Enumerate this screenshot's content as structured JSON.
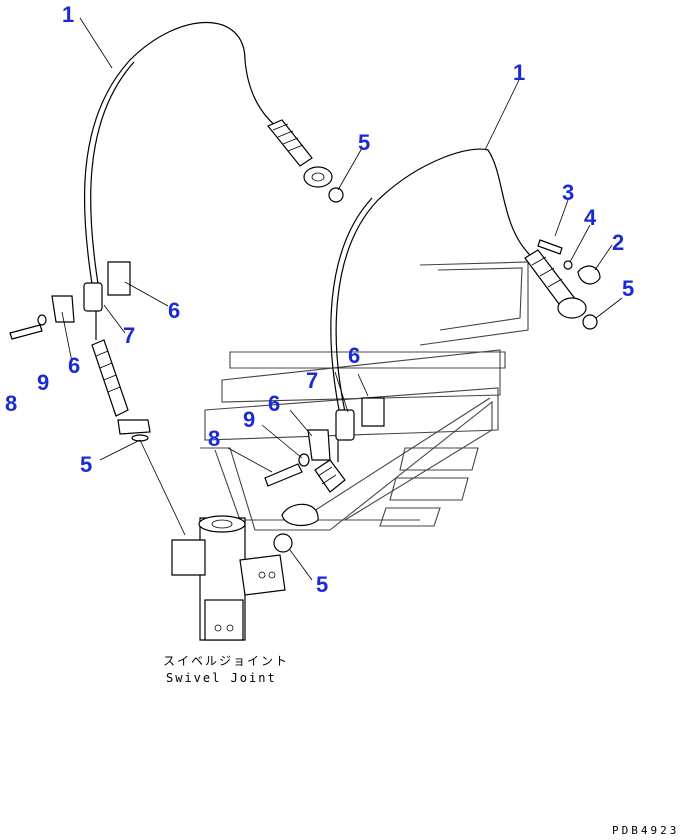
{
  "callouts": {
    "c1a": "1",
    "c1b": "1",
    "c2": "2",
    "c3": "3",
    "c4": "4",
    "c5a": "5",
    "c5b": "5",
    "c5c": "5",
    "c5d": "5",
    "c6a": "6",
    "c6b": "6",
    "c6c": "6",
    "c6d": "6",
    "c7a": "7",
    "c7b": "7",
    "c8a": "8",
    "c8b": "8",
    "c9a": "9",
    "c9b": "9"
  },
  "caption": {
    "japanese": "スイベルジョイント",
    "english": "Swivel Joint"
  },
  "drawing_code": "PDB4923",
  "colors": {
    "callout": "#1a2bd6",
    "line": "#000000"
  }
}
